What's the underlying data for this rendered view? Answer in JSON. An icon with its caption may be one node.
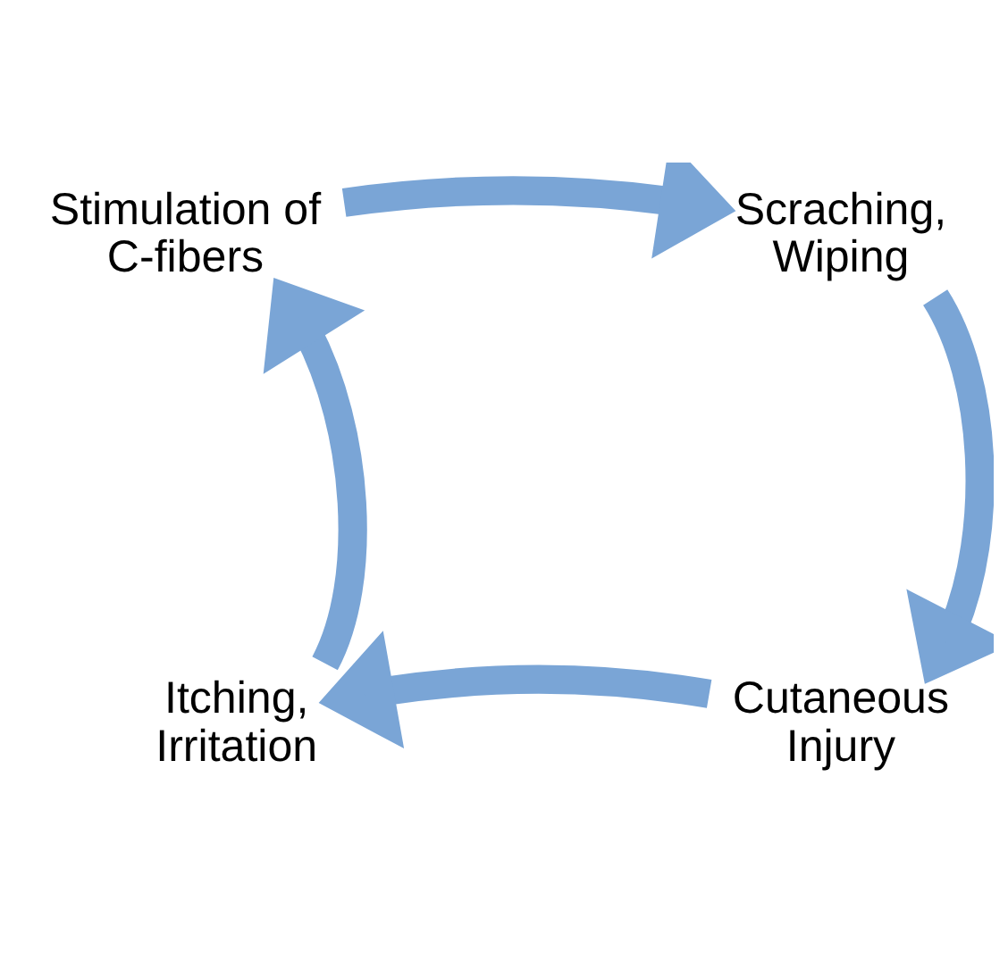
{
  "diagram": {
    "nodes": [
      {
        "text": [
          "Stimulation of C-fibers"
        ]
      },
      {
        "text": [
          "Scraching, Wiping"
        ]
      },
      {
        "text": [
          "Cutaneous Injury"
        ]
      },
      {
        "text": [
          "Itching, Irritation"
        ]
      }
    ],
    "edges": [
      {
        "from": 0,
        "to": 1,
        "arrow": "to"
      },
      {
        "from": 1,
        "to": 2,
        "arrow": "to"
      },
      {
        "from": 2,
        "to": 3,
        "arrow": "to"
      },
      {
        "from": 3,
        "to": 0,
        "arrow": "to"
      }
    ]
  }
}
